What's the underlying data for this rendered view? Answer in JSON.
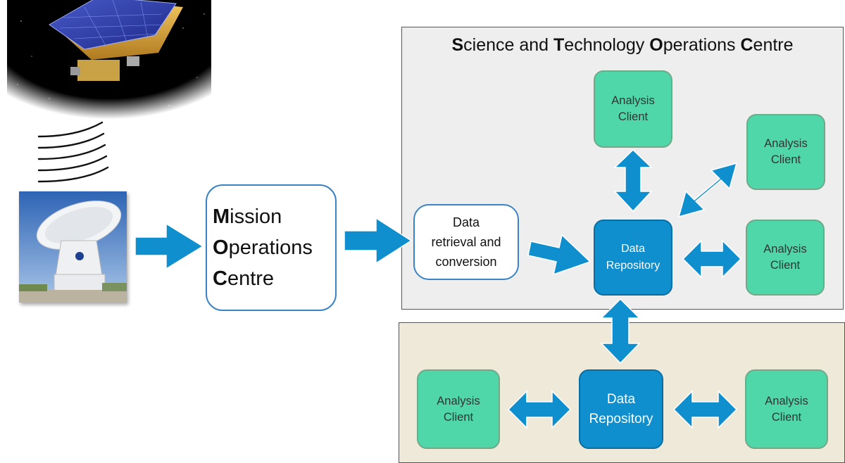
{
  "stoc": {
    "title_parts": [
      {
        "cap": "S",
        "rest": "cience and "
      },
      {
        "cap": "T",
        "rest": "echnology "
      },
      {
        "cap": "O",
        "rest": "perations "
      },
      {
        "cap": "C",
        "rest": "entre"
      }
    ]
  },
  "moc": {
    "line1_cap": "M",
    "line1_rest": "ission",
    "line2_cap": "O",
    "line2_rest": "perations",
    "line3_cap": "C",
    "line3_rest": "entre"
  },
  "retrieval": {
    "line1": "Data",
    "line2": "retrieval and",
    "line3": "conversion"
  },
  "clients": {
    "top": {
      "line1": "Analysis",
      "line2": "Client"
    },
    "upper_right": {
      "line1": "Analysis",
      "line2": "Client"
    },
    "right": {
      "line1": "Analysis",
      "line2": "Client"
    },
    "local_left": {
      "line1": "Analysis",
      "line2": "Client"
    },
    "local_right": {
      "line1": "Analysis",
      "line2": "Client"
    }
  },
  "repositories": {
    "stoc": {
      "line1": "Data",
      "line2": "Repository"
    },
    "local": {
      "line1": "Data",
      "line2": "Repository"
    }
  },
  "colors": {
    "arrow": "#0f8fcd",
    "client": "#4fd7a9",
    "repository": "#0f8fcd",
    "stoc_panel": "#eeeeee",
    "local_panel": "#eee9d8"
  }
}
